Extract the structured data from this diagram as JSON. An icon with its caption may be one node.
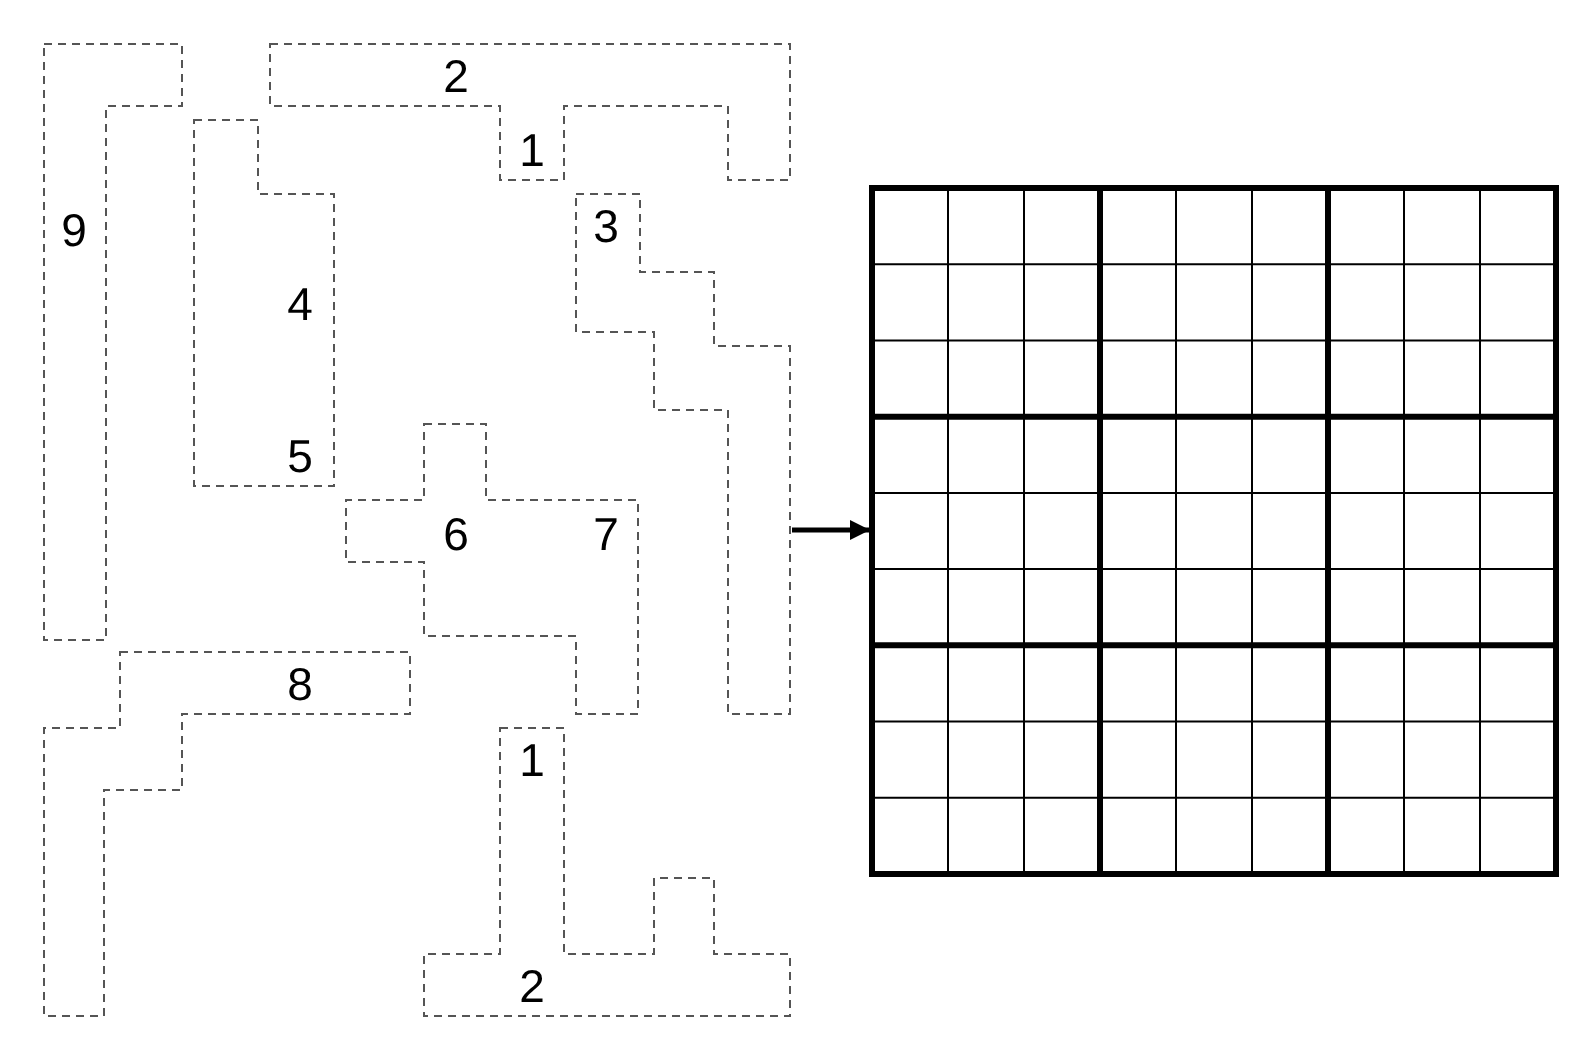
{
  "diagram": {
    "nodes": [
      {
        "text": [
          "9"
        ]
      },
      {
        "text": [
          "2",
          "1"
        ]
      },
      {
        "text": [
          "4",
          "5"
        ]
      },
      {
        "text": [
          "3"
        ]
      },
      {
        "text": [
          "6",
          "7"
        ]
      },
      {
        "text": [
          "8"
        ]
      },
      {
        "text": [
          "1",
          "2"
        ]
      },
      {
        "text": [],
        "shape": "box"
      }
    ],
    "edges": [
      {
        "from": 3,
        "to": 7,
        "arrow": "to"
      }
    ]
  }
}
